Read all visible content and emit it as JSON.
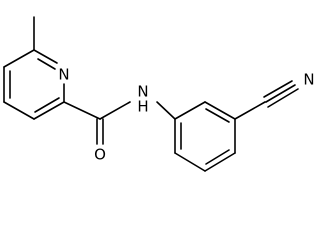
{
  "structure": {
    "atom_labels": {
      "pyridine_nitrogen": "N",
      "amide_nitrogen": "N",
      "amide_hydrogen": "H",
      "carbonyl_oxygen": "O",
      "nitrile_nitrogen": "N"
    },
    "colors": {
      "bond": "#000000",
      "label": "#000000",
      "background": "#ffffff"
    }
  }
}
